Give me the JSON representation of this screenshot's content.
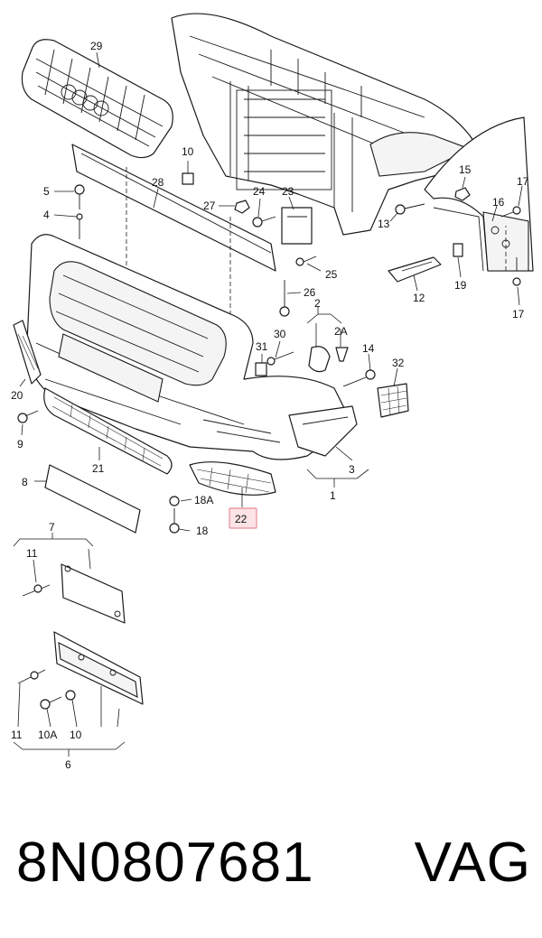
{
  "diagram": {
    "callouts": {
      "c1": "1",
      "c2": "2",
      "c2a": "2A",
      "c3": "3",
      "c4": "4",
      "c5": "5",
      "c6": "6",
      "c7": "7",
      "c8": "8",
      "c9": "9",
      "c10_top": "10",
      "c10_bottom": "10",
      "c10a": "10A",
      "c11_top": "11",
      "c11_bottom": "11",
      "c12": "12",
      "c13": "13",
      "c14": "14",
      "c15": "15",
      "c16": "16",
      "c17_top": "17",
      "c17_bottom": "17",
      "c18": "18",
      "c18a": "18A",
      "c19": "19",
      "c20": "20",
      "c21": "21",
      "c22": "22",
      "c23": "23",
      "c24": "24",
      "c25": "25",
      "c26": "26",
      "c27": "27",
      "c28": "28",
      "c29": "29",
      "c30": "30",
      "c31": "31",
      "c32": "32"
    },
    "highlighted_part": "22",
    "highlight_color": "#fbe3e6"
  },
  "footer": {
    "part_number": "8N0807681",
    "brand": "VAG"
  }
}
